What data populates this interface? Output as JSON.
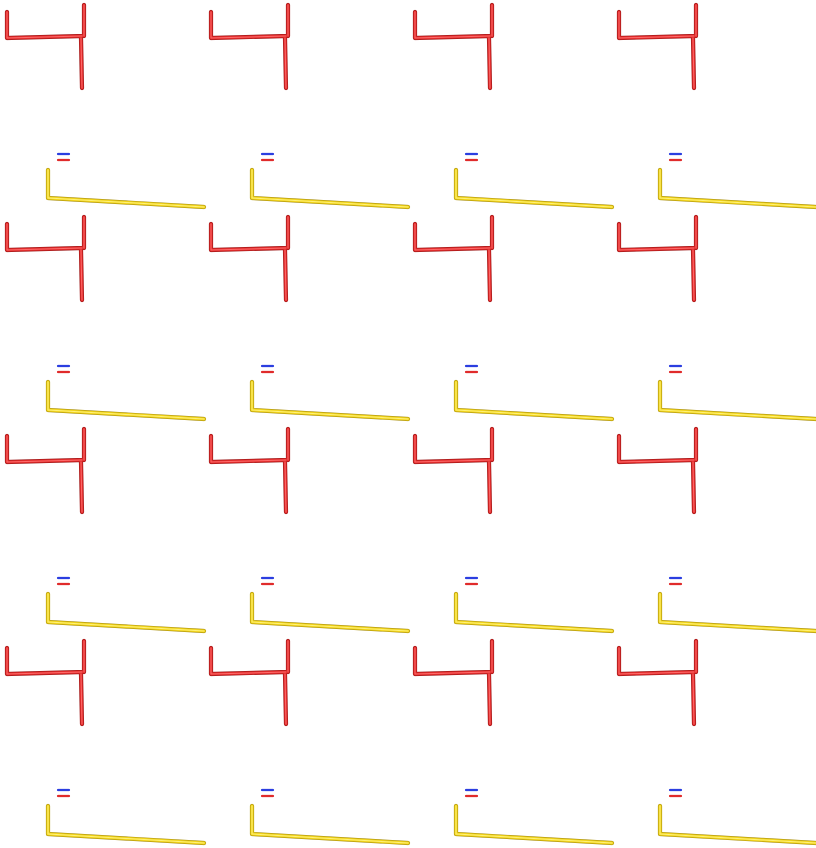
{
  "image": {
    "subject": "tiled-molecular-stick-render",
    "background_color": "#ffffff",
    "tiling": {
      "columns": 4,
      "rows": 4
    },
    "colors": {
      "red_stick": "#e02b2b",
      "red_stick_highlight": "#ff6a6a",
      "red_stick_shadow": "#9a1414",
      "yellow_stick": "#f2d41a",
      "yellow_stick_highlight": "#fff27a",
      "yellow_stick_shadow": "#a88e0a",
      "blue_marker": "#2b3ee0",
      "red_marker": "#e02b2b"
    }
  }
}
